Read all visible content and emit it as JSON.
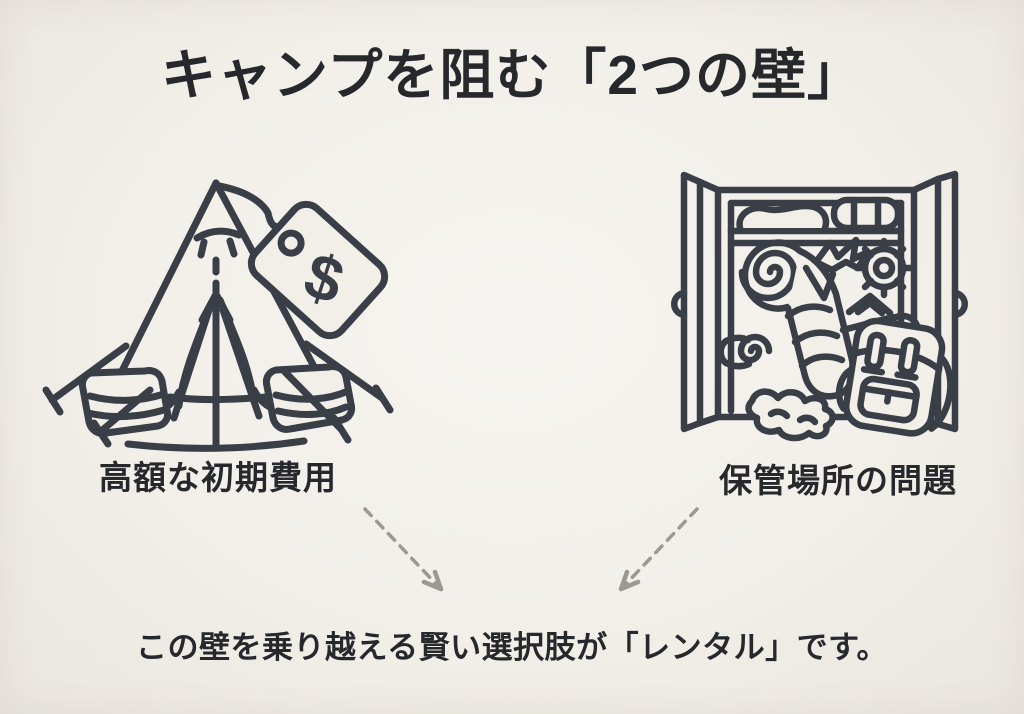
{
  "header": {
    "title": "キャンプを阻む「2つの壁」"
  },
  "barriers": [
    {
      "id": "initial-cost",
      "label": "高額な初期費用",
      "icon": "tent-price-tag-icon"
    },
    {
      "id": "storage",
      "label": "保管場所の問題",
      "icon": "closet-camping-gear-icon"
    }
  ],
  "conclusion": {
    "text": "この壁を乗り越える賢い選択肢が「レンタル」です。"
  },
  "tag": {
    "currency_symbol": "$"
  },
  "colors": {
    "background": "#f2efe9",
    "line": "#3a3f47",
    "text": "#26282c",
    "arrow": "#9a9992"
  }
}
